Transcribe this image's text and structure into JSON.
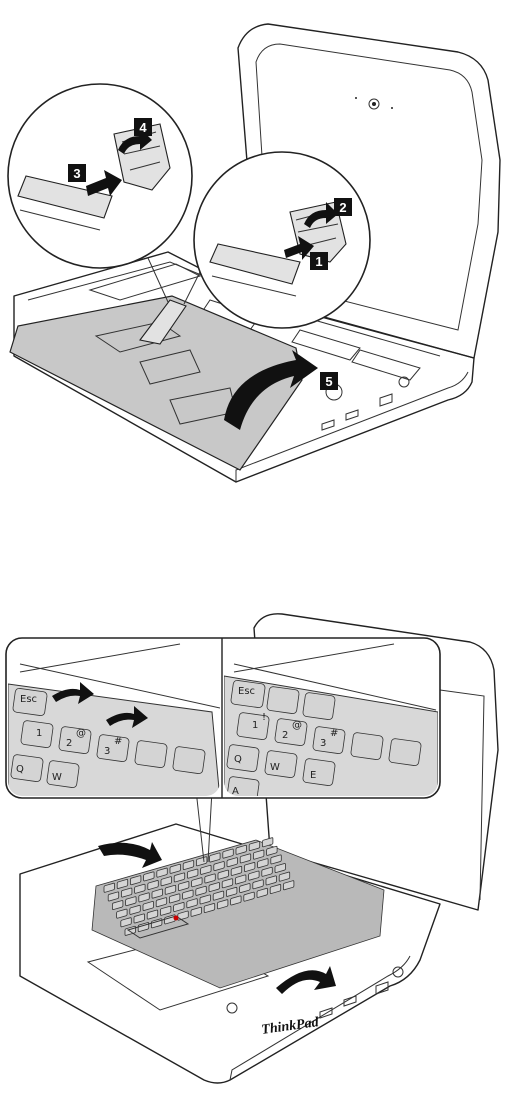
{
  "figure_top": {
    "steps": [
      "1",
      "2",
      "3",
      "4",
      "5"
    ]
  },
  "figure_bottom": {
    "brand_logo_text": "ThinkPad",
    "key_labels": {
      "esc": "Esc",
      "one": "1",
      "two": "2",
      "three": "3",
      "q": "Q",
      "w": "W",
      "a": "A",
      "e": "E",
      "at": "@",
      "hash": "#",
      "excl": "!"
    }
  }
}
